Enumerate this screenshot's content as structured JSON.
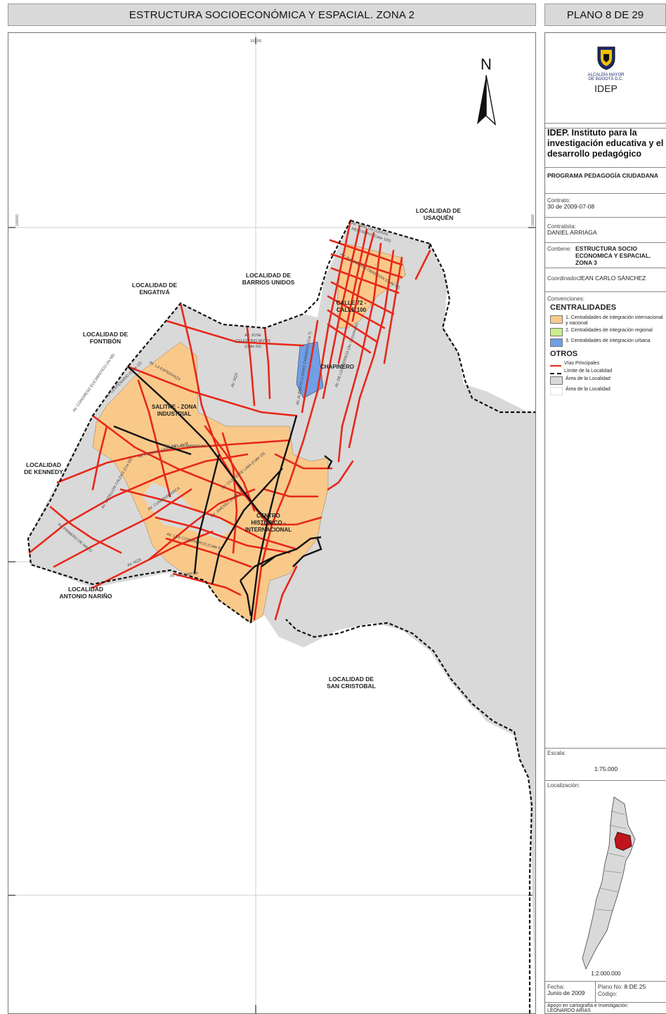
{
  "header": {
    "title": "ESTRUCTURA  SOCIOECONÓMICA Y ESPACIAL. ZONA  2",
    "plano": "PLANO 8 DE 29"
  },
  "map": {
    "north": "N",
    "grid_labels": {
      "top": "100000",
      "left": "100000",
      "right": "100000"
    },
    "localities": [
      "LOCALIDAD DE USAQUÉN",
      "LOCALIDAD DE BARRIOS UNIDOS",
      "LOCALIDAD DE ENGATIVÁ",
      "LOCALIDAD DE FONTIBÓN",
      "LOCALIDAD DE KENNEDY",
      "LOCALIDAD ANTONIO NARIÑO",
      "LOCALIDAD DE SAN CRISTOBAL"
    ],
    "centralities": [
      "CALLE 72 - CALLE 100",
      "CHAPINERO",
      "SALITRE - ZONA INDUSTRIAL",
      "CENTRO HISTÓRICO - INTERNACIONAL"
    ],
    "roads": [
      "AV. CARLOS LLERAS RESTREPO (Calle 100)",
      "AV. ALEJANDRO OBREGÓN (Calle 92)",
      "AV. JOSE CELESTINO MUTIS (Calle 63)",
      "AV. NQS",
      "AV. LA ESPERANZA",
      "AV. CONGRESO EUCARISTICO (Av 68)",
      "AV. CENTENARIO (Calle 13)",
      "AV. DE LAS AMERICAS",
      "AV. BATALLON CALDAS (Cra 50)",
      "AV. FERROCARRIL DEL SUR",
      "AV. CUNDINAMARCA",
      "AV. CIUDAD DE LIMA (Calle 19)",
      "AV. JIMENEZ (Calle 13)",
      "AV. LOS COMUNEROS (Calle 6)",
      "AV. PRIMERO DE MAYO",
      "AV. LA HORTUA",
      "AV. ALBERTO LLERAS CAMARGO (Cra 7)",
      "AV. DE LOS CERROS (Av. Circunvalar)"
    ]
  },
  "panel": {
    "logo_line1": "ALCALDÍA MAYOR",
    "logo_line2": "DE BOGOTÁ D.C.",
    "logo_idep": "IDEP",
    "institution": "IDEP. Instituto para la investigación educativa y el desarrollo pedagógico",
    "program": "PROGRAMA PEDAGOGÍA CIUDADANA",
    "contract_label": "Contrato:",
    "contract_value": "30 de 2009-07-08",
    "contractor_label": "Contratista:",
    "contractor_value": "DANIEL  ARRIAGA",
    "contains_label": "Contiene:",
    "contains_value": "ESTRUCTURA SOCIO ECONOMICA Y ESPACIAL. ZONA 3",
    "coordinator_label": "Coordinador:",
    "coordinator_value": "JEAN CARLO SÁNCHEZ",
    "conventions_label": "Convenciones:",
    "centralidades_title": "CENTRALIDADES",
    "legend_centralidades": [
      {
        "label": "1. Centralidades de integración internacional y nacional",
        "color": "#f9c98a"
      },
      {
        "label": "2. Centralidades de integración regional",
        "color": "#c9ef8a"
      },
      {
        "label": "3. Centralidades de integración urbana",
        "color": "#6f9fe6"
      }
    ],
    "otros_title": "OTROS",
    "legend_otros": [
      {
        "label": "Vías Principales",
        "kind": "red-line"
      },
      {
        "label": "Límite de la Localidad",
        "kind": "dash-line"
      },
      {
        "label": "Área de la Localidad",
        "kind": "gray-box"
      },
      {
        "label": "Área de la Localidad",
        "kind": "white-box"
      }
    ],
    "scale_label": "Escala:",
    "scale_value": "1:75.000",
    "location_label": "Localización:",
    "location_scale": "1:2.000.000",
    "date_label": "Fecha:",
    "date_value": "Junio de 2009",
    "plano_no_label": "Plano No:",
    "plano_no_value": "8 DE 25",
    "code_label": "Código:",
    "support_label": "Apoyo en cartografía e Investigación:",
    "support_value": "LEONARDO ARIAS"
  },
  "colors": {
    "red_road": "#e8271a",
    "orange_fill": "#f9c98a",
    "gray_area": "#d9d9d9",
    "blue_fill": "#6f9fe6",
    "green_fill": "#c9ef8a",
    "highlight_red": "#c0141c"
  }
}
